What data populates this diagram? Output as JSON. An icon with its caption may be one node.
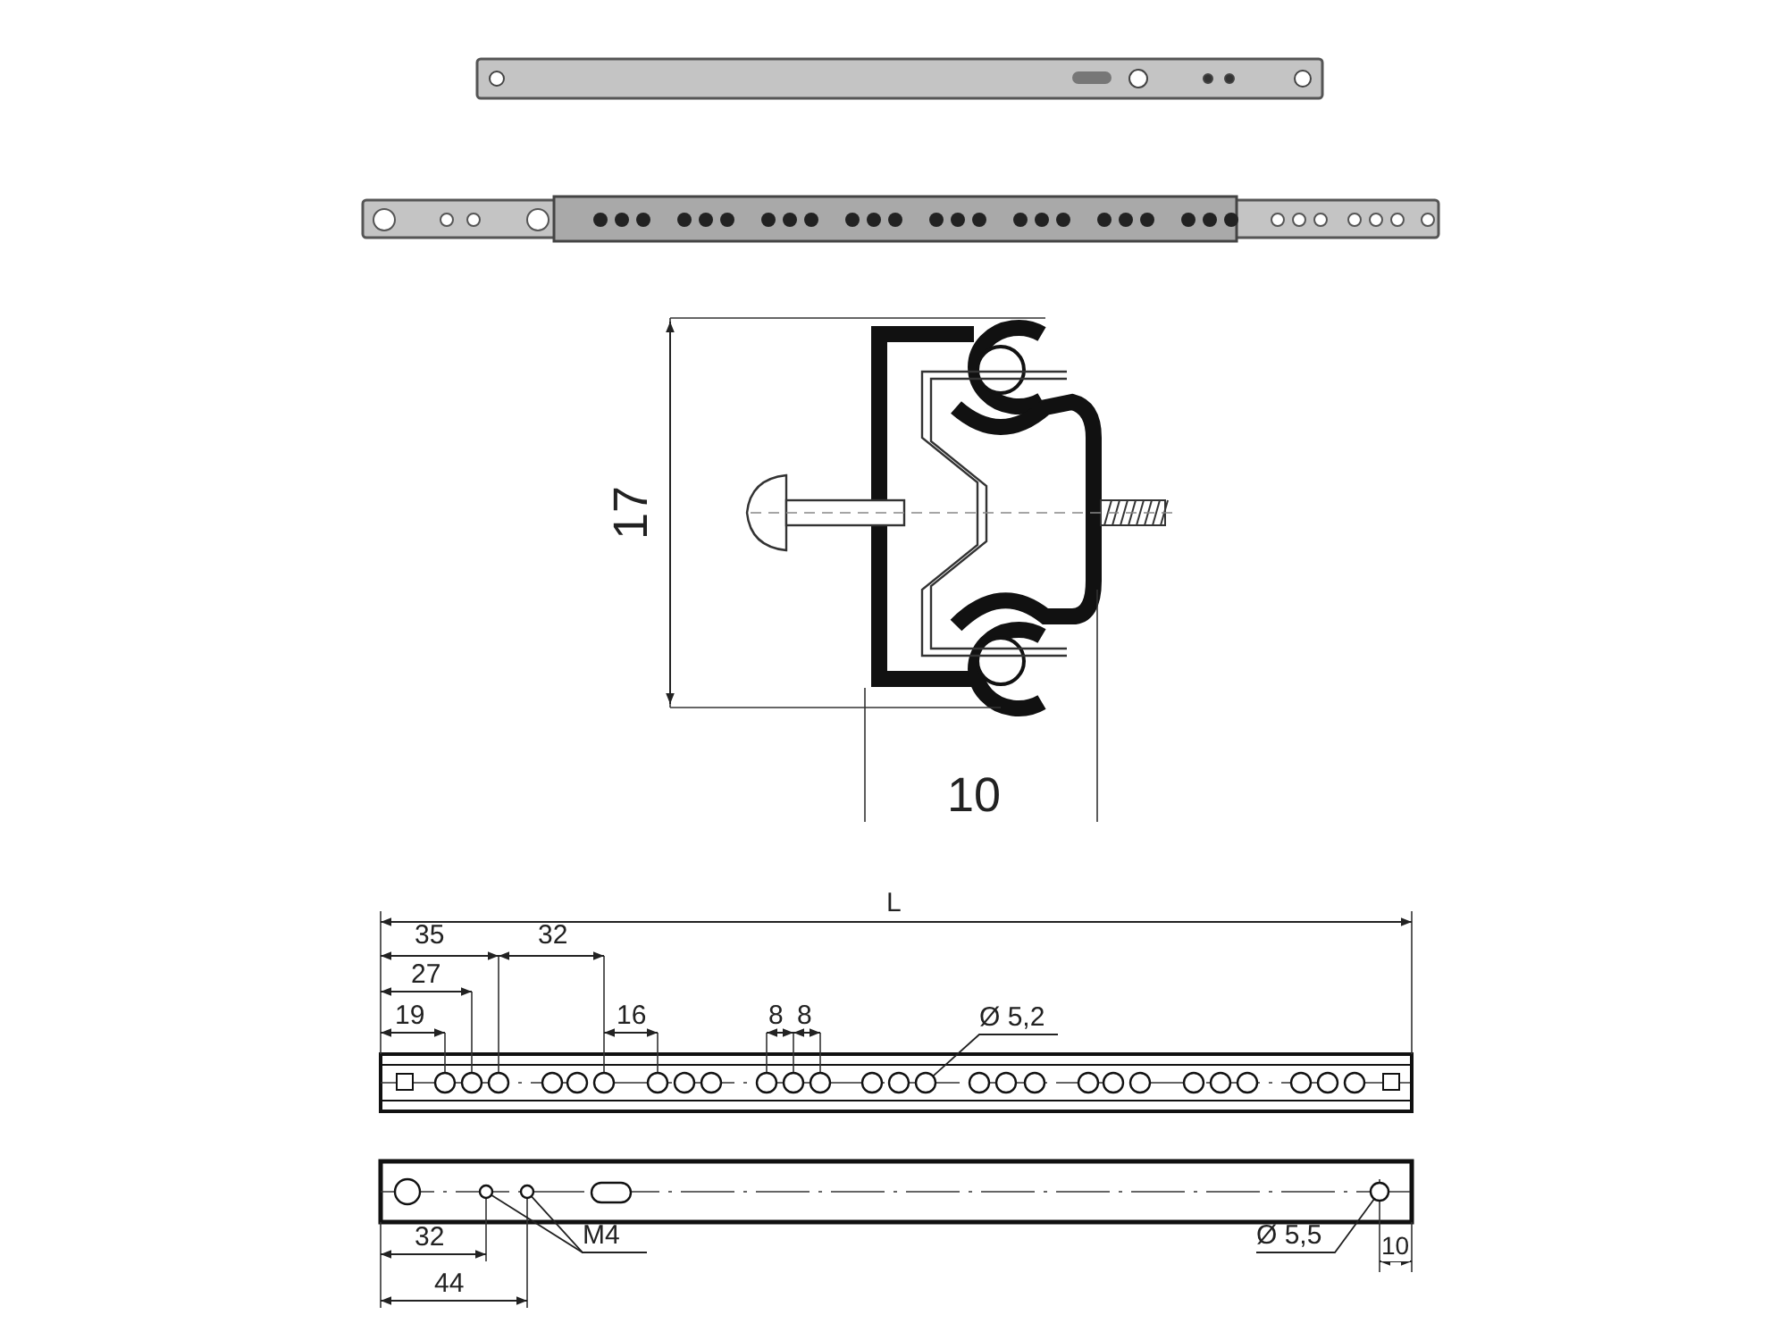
{
  "diagram": {
    "nodes": [
      {
        "text": [
          "Ø 5,2"
        ]
      },
      {
        "text": [],
        "shape": "circle"
      },
      {
        "text": [
          "M4"
        ]
      },
      {
        "text": [],
        "shape": "circle"
      },
      {
        "text": [],
        "shape": "circle"
      },
      {
        "text": [
          "Ø 5,5"
        ]
      },
      {
        "text": [],
        "shape": "circle"
      }
    ],
    "edges": [
      {
        "from": 0,
        "to": 1,
        "arrow": "none"
      },
      {
        "from": 2,
        "to": 3,
        "arrow": "none"
      },
      {
        "from": 2,
        "to": 4,
        "arrow": "none"
      },
      {
        "from": 5,
        "to": 6,
        "arrow": "none"
      }
    ],
    "labels": [
      "17",
      "10",
      "L",
      "35",
      "32",
      "27",
      "19",
      "16",
      "8",
      "8",
      "32",
      "44",
      "10"
    ]
  }
}
